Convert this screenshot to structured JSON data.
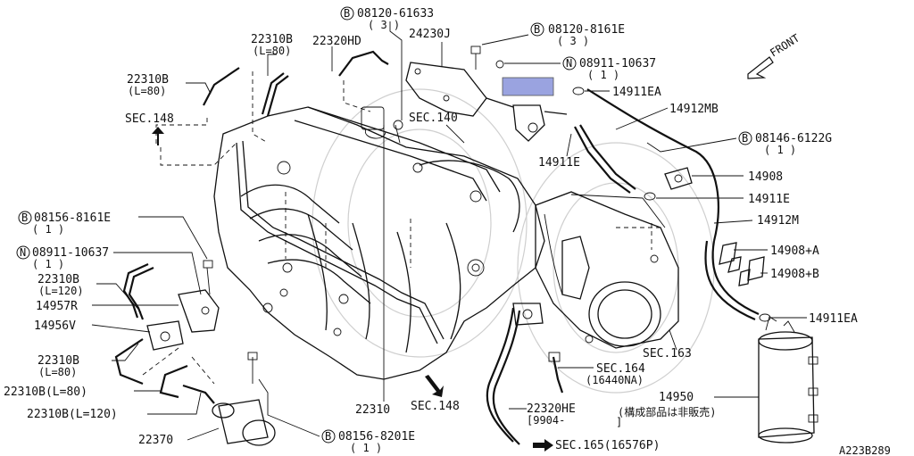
{
  "colors": {
    "line": "#111111",
    "highlight": "#9aa3e0",
    "watermark": "#cfcfcf"
  },
  "icons": {
    "bolt_circle": "B-in-circle",
    "nut_circle": "N-in-circle",
    "arrow": "solid-arrow"
  },
  "labels": {
    "b_08120_61633": "08120-61633",
    "b_08120_61633_qty": "( 3 )",
    "p22310b_top": "22310B",
    "p22310b_top_len": "(L=80)",
    "p22320hd": "22320HD",
    "p24230j": "24230J",
    "b_08120_8161e": "08120-8161E",
    "b_08120_8161e_qty": "( 3 )",
    "n_08911_10637_top": "08911-10637",
    "n_08911_10637_top_qty": "( 1 )",
    "p22310b_left": "22310B",
    "p22310b_left_len": "(L=80)",
    "sec148_top": "SEC.148",
    "sec140": "SEC.140",
    "p14911ea_top": "14911EA",
    "p14912mb": "14912MB",
    "b_08146_6122g": "08146-6122G",
    "b_08146_6122g_qty": "( 1 )",
    "p14911e_mid": "14911E",
    "p14908": "14908",
    "p14911e_right": "14911E",
    "p14912m": "14912M",
    "b_08156_8161e": "08156-8161E",
    "b_08156_8161e_qty": "( 1 )",
    "n_08911_10637_left": "08911-10637",
    "n_08911_10637_left_qty": "( 1 )",
    "p14908a": "14908+A",
    "p14908b": "14908+B",
    "p22310b_l120": "22310B",
    "p22310b_l120_len": "(L=120)",
    "p14957r": "14957R",
    "p14956v": "14956V",
    "p14911ea_right": "14911EA",
    "sec163": "SEC.163",
    "p22310b_l80b": "22310B",
    "p22310b_l80b_len": "(L=80)",
    "sec164": "SEC.164",
    "sec164_sub": "(16440NA)",
    "p22310b_l80_inline": "22310B(L=80)",
    "p14950": "14950",
    "p14950_note": "(構成部品は非販売)",
    "p22310": "22310",
    "sec148_bottom": "SEC.148",
    "p22320he": "22320HE",
    "p22320he_date": "[9904-",
    "p22320he_date_end": "]",
    "p22310b_l120_inline": "22310B(L=120)",
    "p22370": "22370",
    "b_08156_8201e": "08156-8201E",
    "b_08156_8201e_qty": "( 1 )",
    "sec165": "SEC.165(16576P)",
    "front": "FRONT",
    "diagram_code": "A223B289",
    "bolt_mark": "B",
    "nut_mark": "N"
  }
}
